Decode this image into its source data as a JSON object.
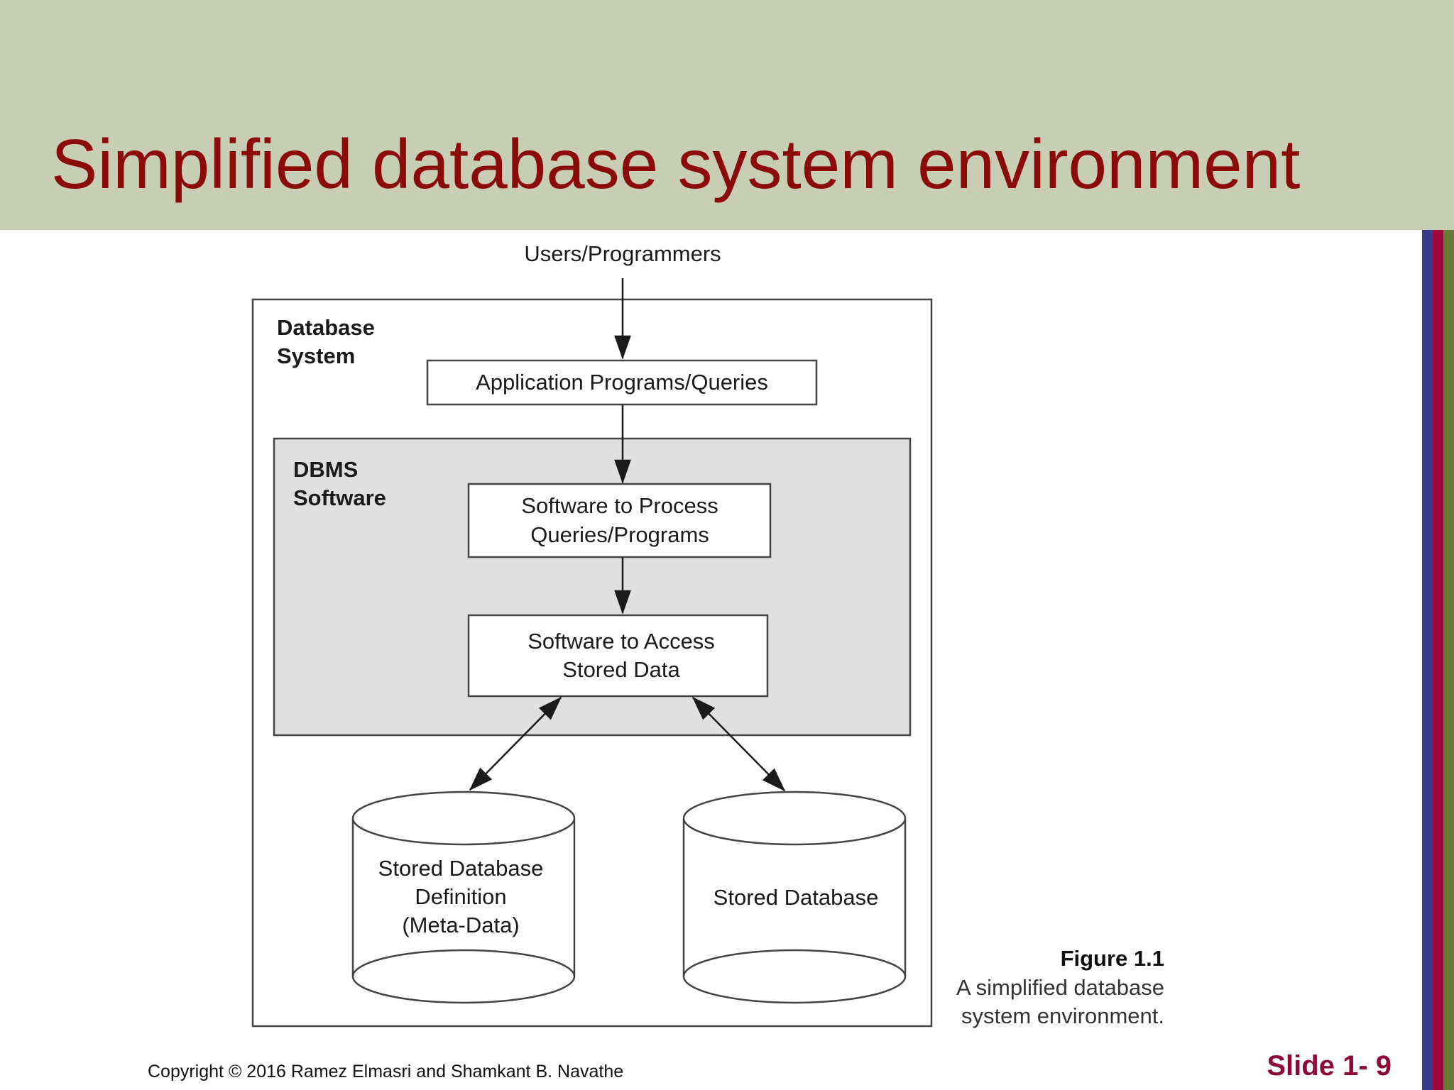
{
  "slide": {
    "title": "Simplified database system environment",
    "copyright": "Copyright © 2016 Ramez Elmasri and Shamkant B. Navathe",
    "slide_number": "Slide 1- 9"
  },
  "colors": {
    "header_background": "#c8ceb4",
    "title": "#8b0a0a",
    "stripe_1": "#3a3a8c",
    "stripe_2": "#9b0a3a",
    "stripe_3": "#6b7a3a",
    "dbms_background": "#e0e0e0",
    "slide_number": "#8b0a3a"
  },
  "diagram": {
    "users_label": "Users/Programmers",
    "database_system_label": [
      "Database",
      "System"
    ],
    "application_box": "Application Programs/Queries",
    "dbms_label": [
      "DBMS",
      "Software"
    ],
    "process_box": [
      "Software to Process",
      "Queries/Programs"
    ],
    "access_box": [
      "Software to Access",
      "Stored Data"
    ],
    "meta_data_cylinder": [
      "Stored Database",
      "Definition",
      "(Meta-Data)"
    ],
    "stored_db_cylinder": "Stored Database"
  },
  "figure_caption": {
    "title": "Figure 1.1",
    "text": [
      "A simplified database",
      "system environment."
    ]
  }
}
